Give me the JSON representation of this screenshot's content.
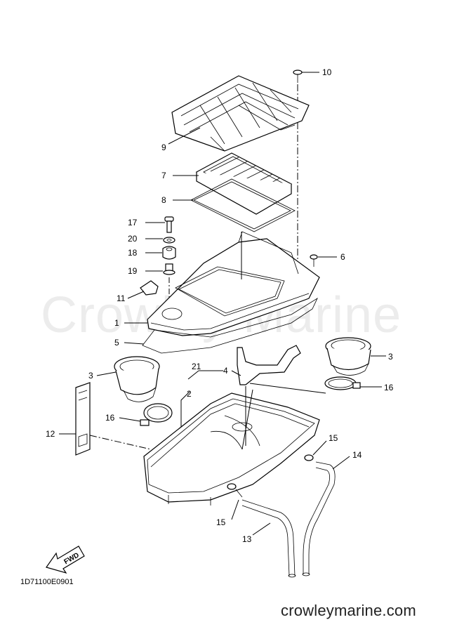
{
  "watermark": "Crowley Marine",
  "diagram_code": "1D71100E0901",
  "website": "crowleymarine.com",
  "fwd_label": "FWD",
  "callouts": [
    {
      "id": "c10",
      "label": "10"
    },
    {
      "id": "c9",
      "label": "9"
    },
    {
      "id": "c7",
      "label": "7"
    },
    {
      "id": "c8",
      "label": "8"
    },
    {
      "id": "c17",
      "label": "17"
    },
    {
      "id": "c20",
      "label": "20"
    },
    {
      "id": "c18",
      "label": "18"
    },
    {
      "id": "c6",
      "label": "6"
    },
    {
      "id": "c19",
      "label": "19"
    },
    {
      "id": "c11",
      "label": "11"
    },
    {
      "id": "c1",
      "label": "1"
    },
    {
      "id": "c5",
      "label": "5"
    },
    {
      "id": "c3a",
      "label": "3"
    },
    {
      "id": "c3b",
      "label": "3"
    },
    {
      "id": "c21",
      "label": "21"
    },
    {
      "id": "c4",
      "label": "4"
    },
    {
      "id": "c2",
      "label": "2"
    },
    {
      "id": "c16a",
      "label": "16"
    },
    {
      "id": "c16b",
      "label": "16"
    },
    {
      "id": "c12",
      "label": "12"
    },
    {
      "id": "c15a",
      "label": "15"
    },
    {
      "id": "c15b",
      "label": "15"
    },
    {
      "id": "c14",
      "label": "14"
    },
    {
      "id": "c13",
      "label": "13"
    }
  ]
}
